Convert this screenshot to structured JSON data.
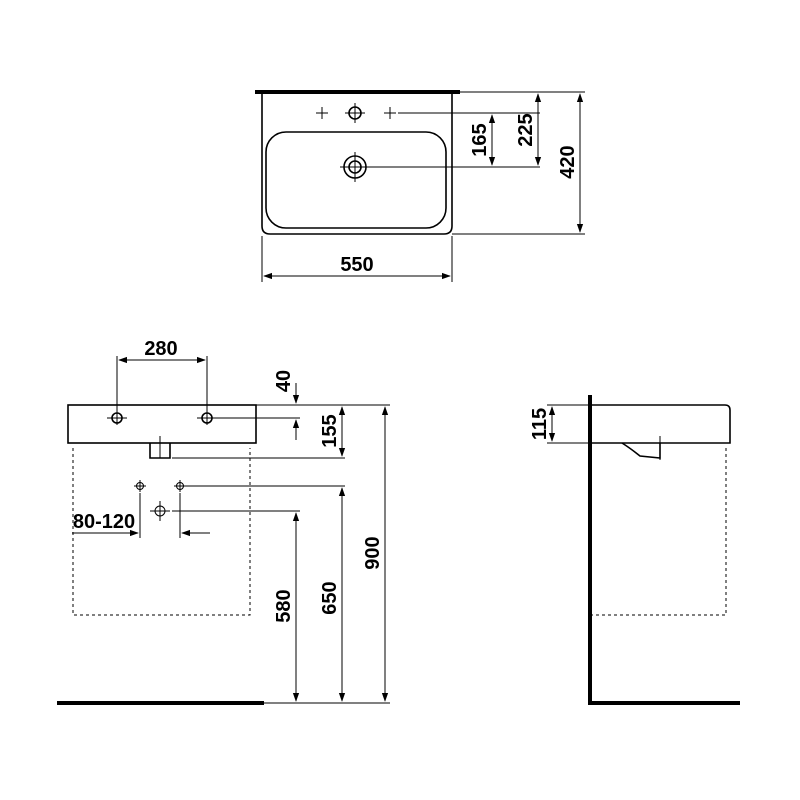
{
  "drawing": {
    "top_view": {
      "width_label": "550",
      "depth_label": "420",
      "tap_offset_label": "225",
      "drain_offset_label": "165"
    },
    "front_view": {
      "hole_spacing_label": "280",
      "hole_height_label": "40",
      "basin_height_label": "155",
      "supply_spacing_label": "80-120",
      "outlet_height_label": "580",
      "supply_height_label": "650",
      "mount_height_label": "900"
    },
    "side_view": {
      "basin_height_label": "115"
    }
  }
}
